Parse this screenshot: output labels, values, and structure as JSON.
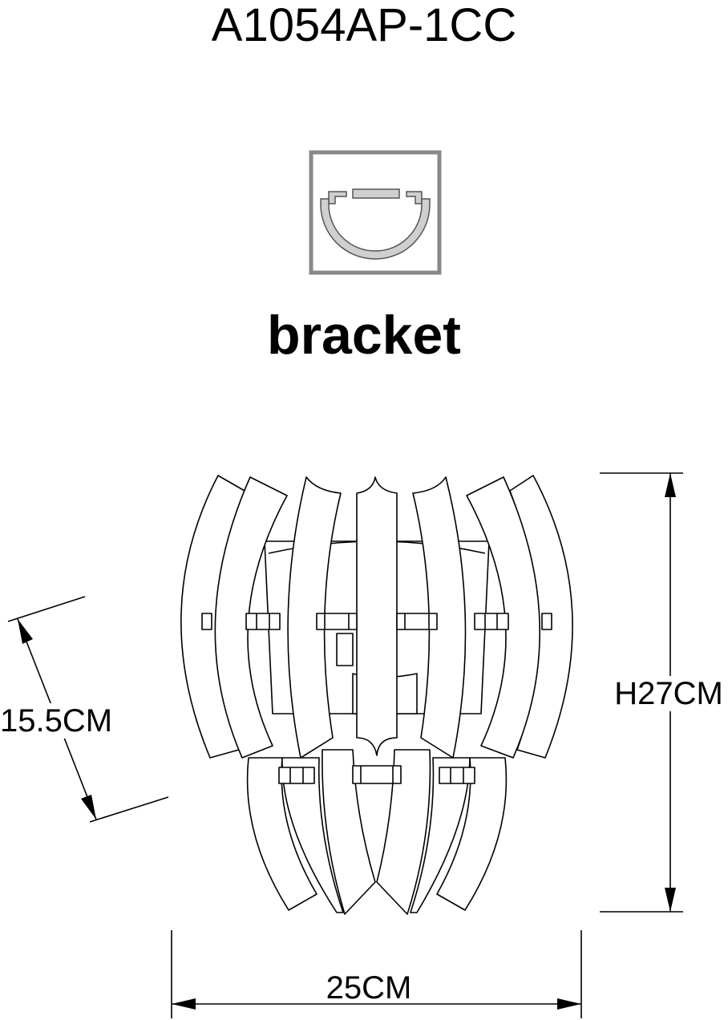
{
  "model": "A1054AP-1CC",
  "bracket_label": "bracket",
  "dimensions": {
    "width": "25CM",
    "height": "H27CM",
    "depth": "15.5CM"
  },
  "colors": {
    "line": "#000000",
    "bracket_frame": "#888888",
    "bracket_fill": "#cfcfcf",
    "background": "#ffffff"
  }
}
